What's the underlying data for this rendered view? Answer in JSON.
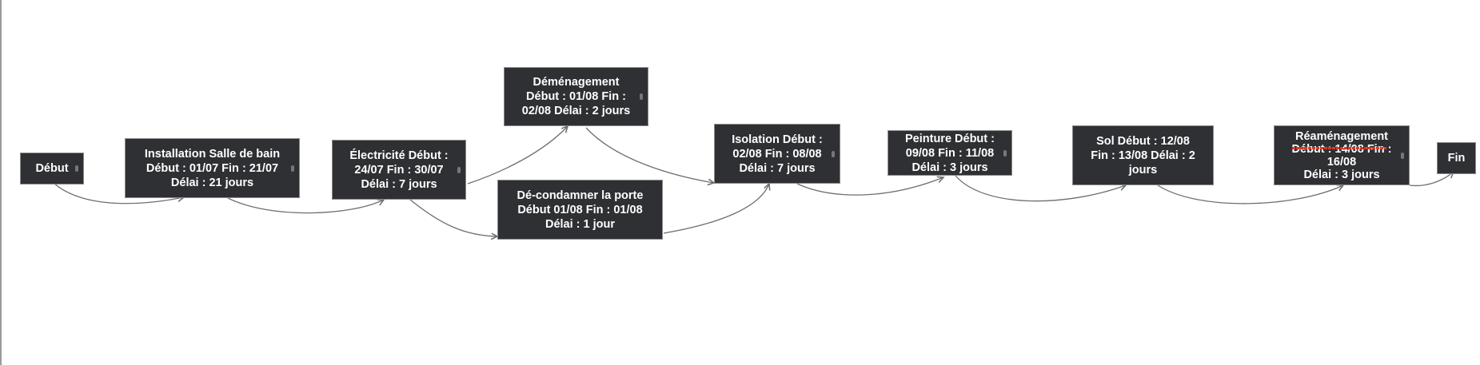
{
  "nodes": {
    "debut": "Début",
    "salle_de_bain": "Installation Salle de bain\nDébut :  01/07 Fin : 21/07\nDélai : 21 jours",
    "electricite": "Électricité Début :\n24/07 Fin : 30/07\nDélai : 7 jours",
    "demenagement": "Déménagement\nDébut : 01/08 Fin :\n02/08 Délai : 2 jours",
    "porte": "Dé-condamner la porte\nDébut 01/08 Fin : 01/08\nDélai : 1 jour",
    "isolation": "Isolation Début :\n02/08 Fin : 08/08\nDélai : 7 jours",
    "peinture": "Peinture Début :\n09/08 Fin : 11/08\nDélai : 3 jours",
    "sol": "Sol Début : 12/08\nFin : 13/08 Délai : 2\njours",
    "reamenagement": "Réaménagement\nDébut : 14/08 Fin :\n16/08\nDélai : 3 jours",
    "fin": "Fin"
  },
  "colors": {
    "node_fill": "#2e3033",
    "node_text": "#ffffff",
    "edge": "#6e6e6e",
    "spellcheck": "#d23a2b"
  }
}
